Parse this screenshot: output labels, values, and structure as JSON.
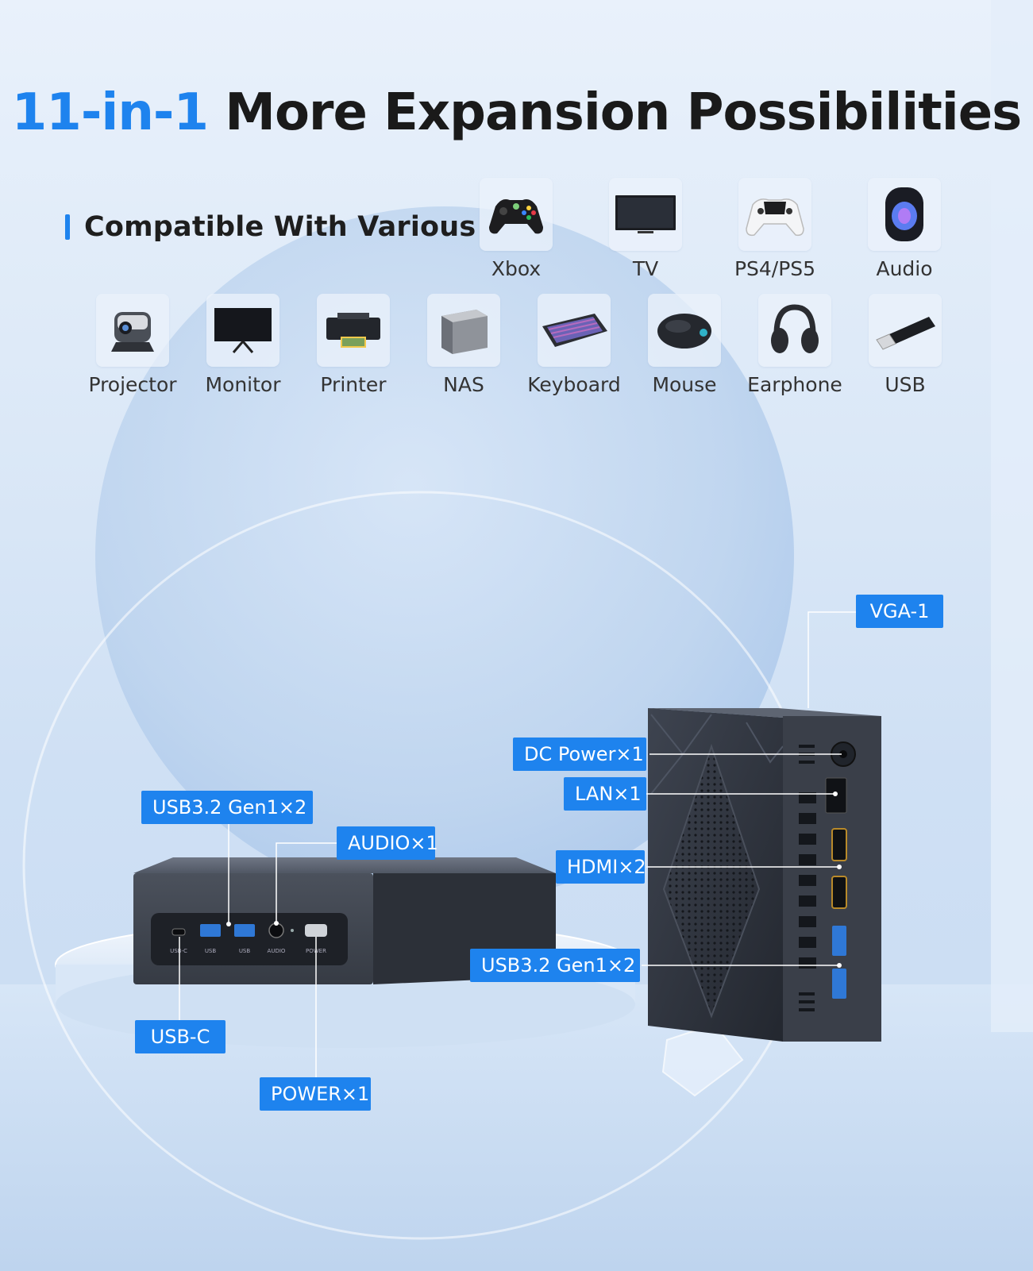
{
  "title": {
    "accent": "11-in-1",
    "rest": "More Expansion Possibilities"
  },
  "compatible_heading": "Compatible With Various",
  "devices_row1": [
    {
      "label": "Xbox",
      "icon": "gamepad-icon"
    },
    {
      "label": "TV",
      "icon": "tv-icon"
    },
    {
      "label": "PS4/PS5",
      "icon": "ps-controller-icon"
    },
    {
      "label": "Audio",
      "icon": "speaker-icon"
    }
  ],
  "devices_row2": [
    {
      "label": "Projector",
      "icon": "projector-icon"
    },
    {
      "label": "Monitor",
      "icon": "monitor-icon"
    },
    {
      "label": "Printer",
      "icon": "printer-icon"
    },
    {
      "label": "NAS",
      "icon": "nas-icon"
    },
    {
      "label": "Keyboard",
      "icon": "keyboard-icon"
    },
    {
      "label": "Mouse",
      "icon": "mouse-icon"
    },
    {
      "label": "Earphone",
      "icon": "headphones-icon"
    },
    {
      "label": "USB",
      "icon": "usb-stick-icon"
    }
  ],
  "callouts": {
    "vga": "VGA-1",
    "dc_power": "DC Power×1",
    "lan": "LAN×1",
    "hdmi": "HDMI×2",
    "usb_right": "USB3.2 Gen1×2",
    "usb_left": "USB3.2 Gen1×2",
    "audio": "AUDIO×1",
    "usbc": "USB-C",
    "power": "POWER×1"
  },
  "port_labels": {
    "usbc": "USB-C",
    "usb1": "USB",
    "usb2": "USB",
    "audio": "AUDIO",
    "power": "POWER"
  },
  "colors": {
    "accent": "#1e83ee",
    "heading_text": "#1a1a1a",
    "device_body": "#3a4250"
  }
}
